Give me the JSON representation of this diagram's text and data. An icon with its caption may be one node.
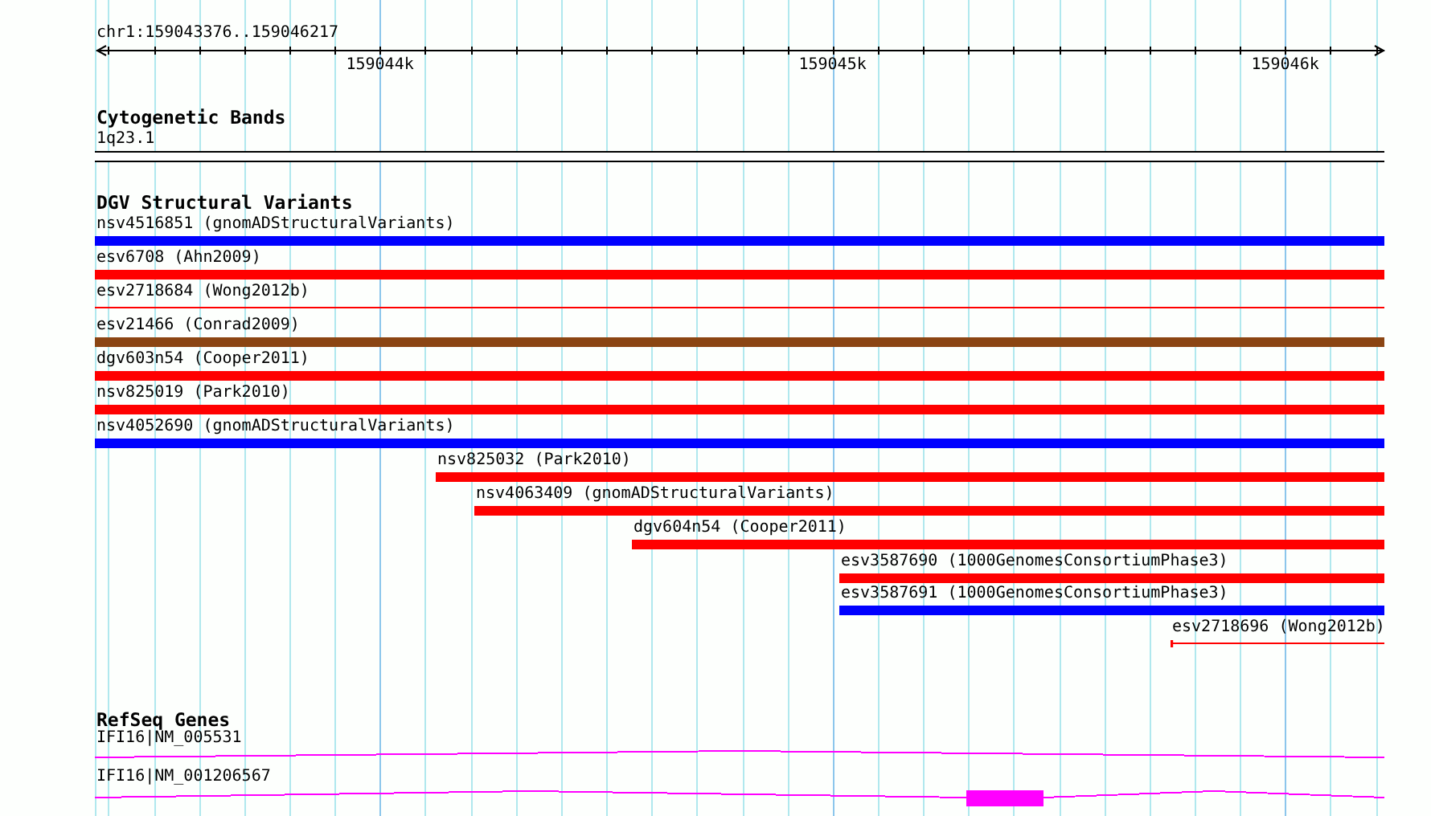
{
  "diagram": {
    "nodes": [
      {
        "text": [
          "1q23.1"
        ]
      },
      {
        "text": [
          "nsv4516851 (gnomADStructuralVariants)"
        ]
      },
      {
        "text": [
          "esv6708 (Ahn2009)"
        ]
      },
      {
        "text": [
          "esv2718684 (Wong2012b)"
        ]
      },
      {
        "text": [
          "esv21466 (Conrad2009)"
        ]
      },
      {
        "text": [
          "dgv603n54 (Cooper2011)"
        ]
      },
      {
        "text": [
          "nsv825019 (Park2010)"
        ]
      },
      {
        "text": [
          "nsv4052690 (gnomADStructuralVariants)"
        ]
      },
      {
        "text": [
          "nsv825032 (Park2010)"
        ]
      },
      {
        "text": [
          "nsv4063409 (gnomADStructuralVariants)"
        ]
      },
      {
        "text": [
          "dgv604n54 (Cooper2011)"
        ]
      },
      {
        "text": [
          "esv3587690 (1000GenomesConsortiumPhase3)"
        ]
      },
      {
        "text": [
          "esv3587691 (1000GenomesConsortiumPhase3)"
        ]
      },
      {
        "text": [
          "esv2718696 (Wong2012b)"
        ]
      },
      {
        "text": [
          "IFI16|NM_005531"
        ]
      },
      {
        "text": [
          "IFI16|NM_001206567"
        ]
      }
    ],
    "labels": [
      "chr1:159043376..159046217",
      "159044k",
      "159045k",
      "159046k",
      "Cytogenetic Bands",
      "DGV Structural Variants",
      "RefSeq Genes"
    ]
  }
}
